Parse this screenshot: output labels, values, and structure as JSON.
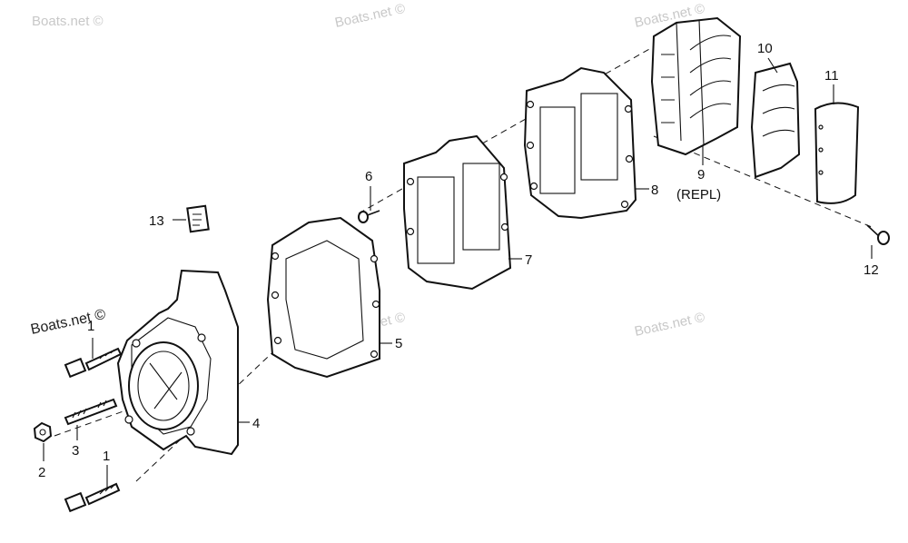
{
  "watermark": {
    "brand_text": "Boats.net ©"
  },
  "callouts": [
    {
      "id": "1a",
      "text": "1"
    },
    {
      "id": "1b",
      "text": "1"
    },
    {
      "id": "2",
      "text": "2"
    },
    {
      "id": "3",
      "text": "3"
    },
    {
      "id": "4",
      "text": "4"
    },
    {
      "id": "5",
      "text": "5"
    },
    {
      "id": "6",
      "text": "6"
    },
    {
      "id": "7",
      "text": "7"
    },
    {
      "id": "8",
      "text": "8"
    },
    {
      "id": "9",
      "text": "9"
    },
    {
      "id": "9note",
      "text": "(REPL)"
    },
    {
      "id": "10",
      "text": "10"
    },
    {
      "id": "11",
      "text": "11"
    },
    {
      "id": "12",
      "text": "12"
    },
    {
      "id": "13",
      "text": "13"
    }
  ]
}
